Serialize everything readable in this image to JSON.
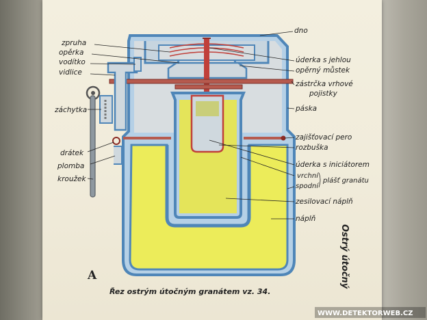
{
  "labels_left": [
    "zpruha",
    "opěrka",
    "vodítko",
    "vidlice",
    "záchytka",
    "drátek",
    "plomba",
    "kroužek"
  ],
  "labels_right": [
    "dno",
    "úderka s jehlou",
    "opěrný můstek",
    "zástrčka vrhové",
    "pojistky",
    "páska",
    "zajišťovací pero",
    "rozbuška",
    "úderka s iniciátorem",
    "vrchní",
    "spodní",
    "plášť granátu",
    "zesilovací náplň",
    "náplň"
  ],
  "marker": "A",
  "caption": "Řez ostrým útočným granátem vz. 34.",
  "side_title": "Ostrý útočný",
  "watermark": "WWW.DETEKTORWEB.CZ",
  "colors": {
    "paper": "#f2eddc",
    "shell": "#5a8fbf",
    "shell_light": "#b5d0e6",
    "cavity": "#d8dde0",
    "filling": "#ecec5a",
    "booster": "#d9d948",
    "striker": "#c0403a",
    "pin": "#b65a4e"
  }
}
